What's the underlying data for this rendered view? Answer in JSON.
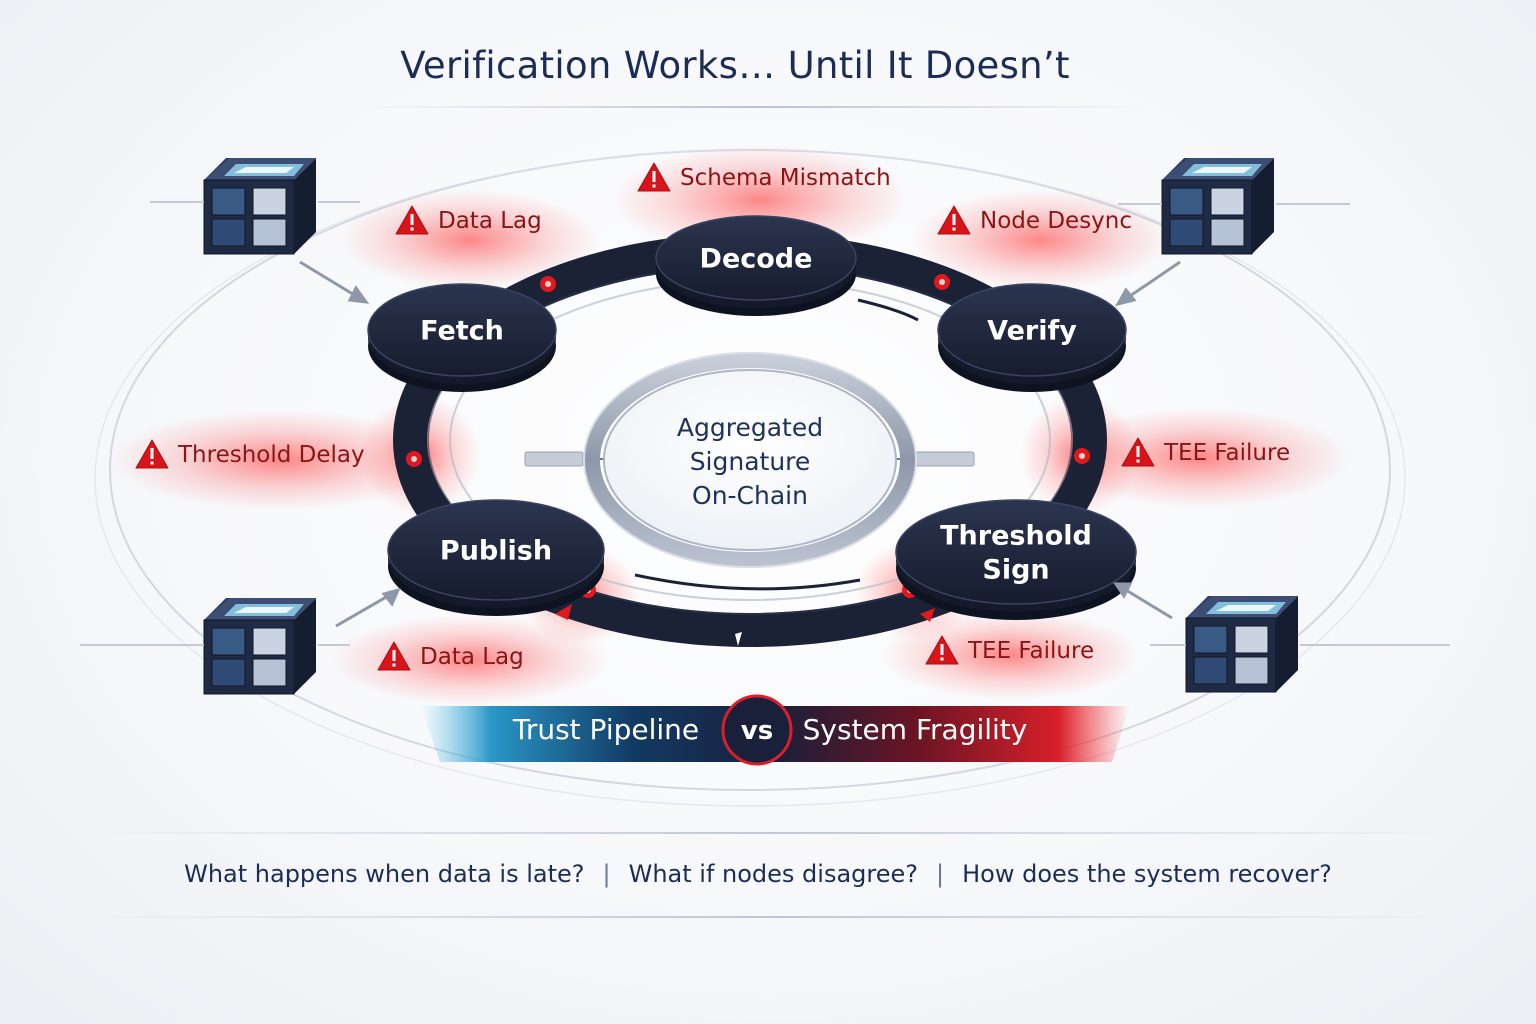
{
  "title": "Verification Works… Until It Doesn’t",
  "pipeline": {
    "nodes": [
      {
        "label_lines": [
          "Decode"
        ]
      },
      {
        "label_lines": [
          "Fetch"
        ]
      },
      {
        "label_lines": [
          "Verify"
        ]
      },
      {
        "label_lines": [
          "Publish"
        ]
      },
      {
        "label_lines": [
          "Threshold",
          "Sign"
        ]
      }
    ],
    "center_lines": [
      "Aggregated",
      "Signature",
      "On-Chain"
    ]
  },
  "failures": [
    {
      "label": "Schema Mismatch"
    },
    {
      "label": "Data Lag"
    },
    {
      "label": "Node Desync"
    },
    {
      "label": "Threshold Delay"
    },
    {
      "label": "TEE Failure"
    },
    {
      "label": "Data Lag"
    },
    {
      "label": "TEE Failure"
    }
  ],
  "banner": {
    "left": "Trust Pipeline",
    "vs": "vs",
    "right": "System Fragility"
  },
  "questions": [
    "What happens when data is late?",
    "What if nodes disagree?",
    "How does the system recover?"
  ],
  "icons": {
    "server": "server-cube-icon",
    "warning": "warning-triangle-icon"
  },
  "colors": {
    "node": "#1b2236",
    "alert": "#e0191e",
    "title": "#1c2d55",
    "trust": "#2aa6d6",
    "fragility": "#d8202a"
  }
}
